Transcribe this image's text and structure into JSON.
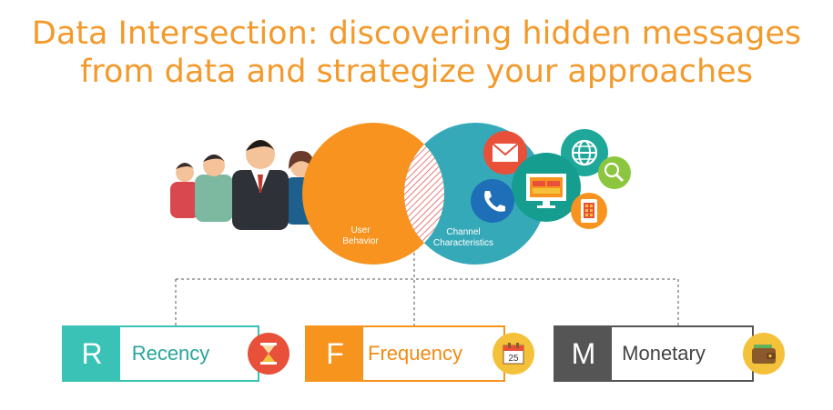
{
  "title": {
    "line1": "Data Intersection: discovering hidden messages",
    "line2": "from data and strategize your approaches"
  },
  "venn": {
    "left_label": [
      "User",
      "Behavior"
    ],
    "right_label": [
      "Channel",
      "Characteristics"
    ]
  },
  "rfm": [
    {
      "letter": "R",
      "word": "Recency",
      "color": "#39c2b5",
      "icon": "hourglass-icon",
      "icon_bg": "#e8503a"
    },
    {
      "letter": "F",
      "word": "Frequency",
      "color": "#f7941d",
      "icon": "calendar-icon",
      "icon_bg": "#f4c23a",
      "icon_text": "25"
    },
    {
      "letter": "M",
      "word": "Monetary",
      "color": "#555555",
      "icon": "wallet-icon",
      "icon_bg": "#f4c23a"
    }
  ],
  "colors": {
    "title": "#f39a2c",
    "venn_left": "#f7931e",
    "venn_right": "#36a9b8",
    "overlap_hatch": "#e35b5b"
  }
}
